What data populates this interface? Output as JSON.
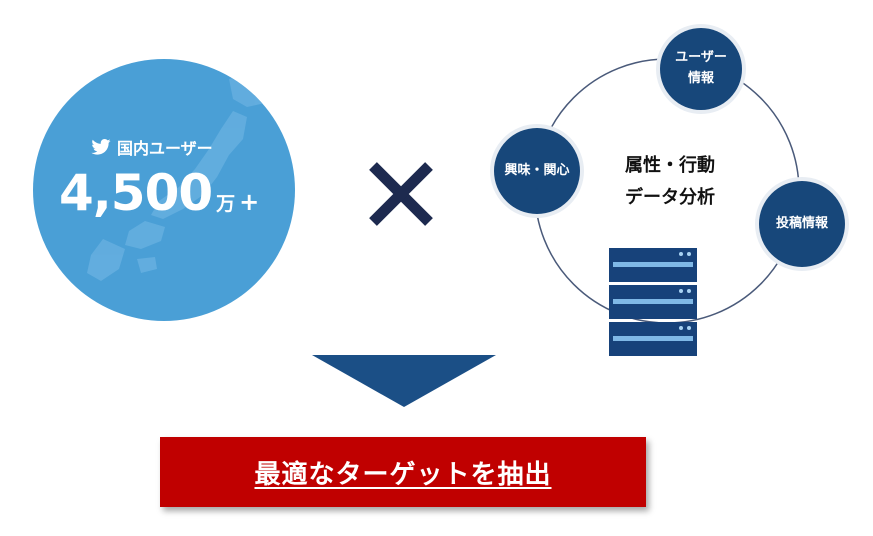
{
  "left_circle": {
    "label": "国内ユーザー",
    "count": "4,500",
    "unit": "万",
    "plus": "+",
    "icon": "twitter-bird-icon",
    "color": "#4a9fd6"
  },
  "operator": {
    "icon": "cross-multiply-icon",
    "color": "#1d2a4f"
  },
  "cycle": {
    "nodes": {
      "top": "ユーザー\n情報",
      "left": "興味・関心",
      "right": "投稿情報"
    },
    "center_line1": "属性・行動",
    "center_line2": "データ分析",
    "node_color": "#17477a",
    "server_icon": "server-rack-icon"
  },
  "arrow": {
    "icon": "down-triangle-icon",
    "color": "#1b4f86"
  },
  "result": {
    "label": "最適なターゲットを抽出",
    "color": "#c00000"
  }
}
